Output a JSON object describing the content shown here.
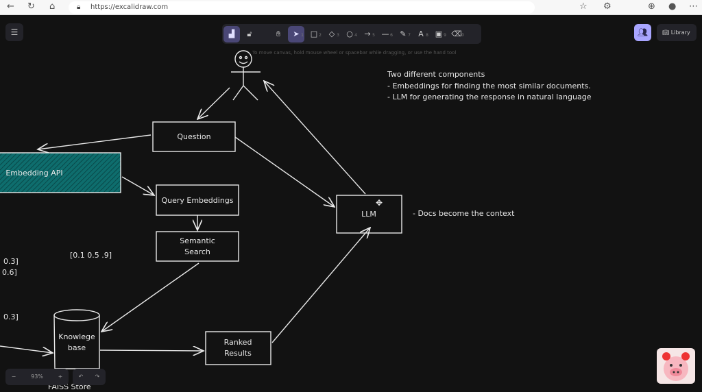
{
  "browser": {
    "url": "https://excalidraw.com"
  },
  "toolbar": {
    "tools": [
      {
        "name": "lock",
        "key": ""
      },
      {
        "name": "hand",
        "key": ""
      },
      {
        "name": "selection",
        "key": "1"
      },
      {
        "name": "rectangle",
        "key": "2"
      },
      {
        "name": "diamond",
        "key": "3"
      },
      {
        "name": "ellipse",
        "key": "4"
      },
      {
        "name": "arrow",
        "key": "5"
      },
      {
        "name": "line",
        "key": "6"
      },
      {
        "name": "draw",
        "key": "7"
      },
      {
        "name": "text",
        "key": "8"
      },
      {
        "name": "image",
        "key": "9"
      },
      {
        "name": "eraser",
        "key": "0"
      }
    ]
  },
  "hint": "To move canvas, hold mouse wheel or spacebar while dragging, or use the hand tool",
  "library_label": "Library",
  "zoom": {
    "level": "93%",
    "minus": "−",
    "plus": "+"
  },
  "diagram": {
    "question": "Question",
    "embedding_api": "Embedding API",
    "query_embeddings": "Query Embeddings",
    "semantic_search": [
      "Semantic",
      "Search"
    ],
    "llm": "LLM",
    "ranked_results": [
      "Ranked",
      "Results"
    ],
    "knowledge_base": [
      "Knowlege",
      "base"
    ],
    "faiss": "FAISS Store",
    "vector": "[0.1 0.5 .9]",
    "left_vectors": [
      "0.3]",
      "0.6]",
      "0.3]"
    ],
    "notes": [
      "Two different components",
      "- Embeddings for finding the most similar documents.",
      "- LLM for generating the response in natural language"
    ],
    "context_note": "- Docs become the context"
  },
  "colors": {
    "canvas": "#121212",
    "accent": "#a8a5ff",
    "teal": "#0e6d6d"
  }
}
